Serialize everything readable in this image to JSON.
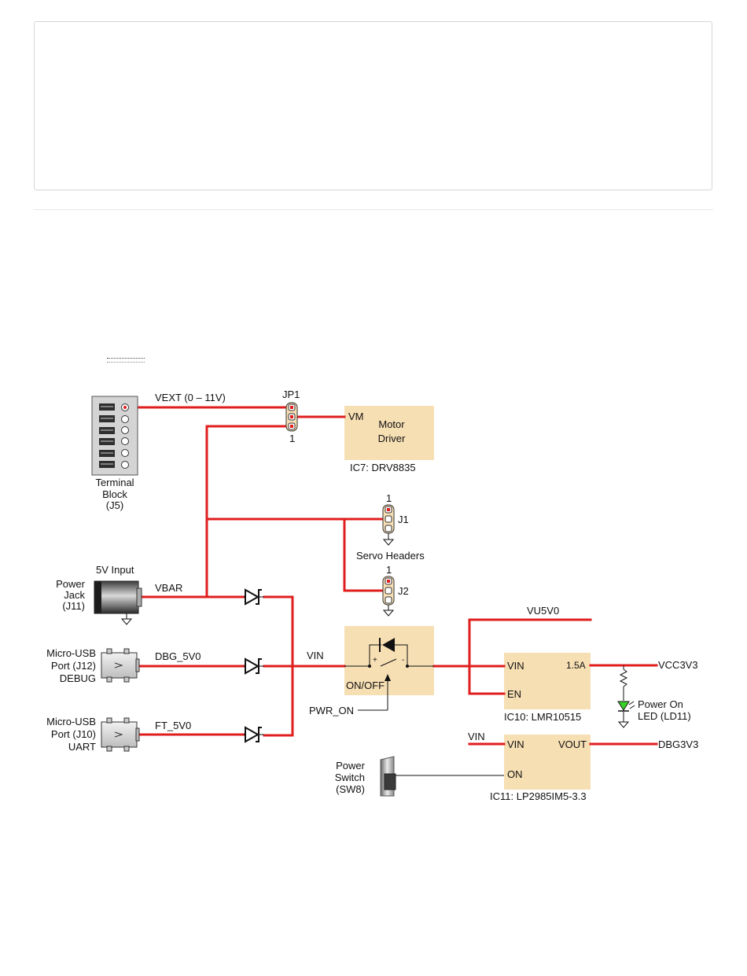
{
  "colors": {
    "wire": "#e01e1e",
    "block": "#f7dfb4",
    "led": "#39d129"
  },
  "labels": {
    "terminal_block": [
      "Terminal",
      "Block",
      "(J5)"
    ],
    "vext": "VEXT (0 – 11V)",
    "jp1": "JP1",
    "jp1_pin": "1",
    "vm": "VM",
    "motor_driver": [
      "Motor",
      "Driver"
    ],
    "ic7": "IC7: DRV8835",
    "j1_pin": "1",
    "j1": "J1",
    "servo_headers": "Servo Headers",
    "j2_pin": "1",
    "j2": "J2",
    "five_v_input": "5V Input",
    "power_jack": [
      "Power",
      "Jack",
      "(J11)"
    ],
    "vbar": "VBAR",
    "usb_debug": [
      "Micro-USB",
      "Port (J12)",
      "DEBUG"
    ],
    "dbg_5v0": "DBG_5V0",
    "usb_uart": [
      "Micro-USB",
      "Port (J10)",
      "UART"
    ],
    "ft_5v0": "FT_5V0",
    "vin": "VIN",
    "on_off": "ON/OFF",
    "plus": "+",
    "minus": "-",
    "pwr_on": "PWR_ON",
    "vu5v0": "VU5V0",
    "ic10_vin": "VIN",
    "ic10_en": "EN",
    "ic10_current": "1.5A",
    "ic10": "IC10: LMR10515",
    "vcc3v3": "VCC3V3",
    "power_on_led": [
      "Power On",
      "LED (LD11)"
    ],
    "vin2": "VIN",
    "ic11_vin": "VIN",
    "ic11_vout": "VOUT",
    "ic11_on": "ON",
    "ic11": "IC11: LP2985IM5-3.3",
    "dbg3v3": "DBG3V3",
    "power_switch": [
      "Power",
      "Switch",
      "(SW8)"
    ]
  }
}
